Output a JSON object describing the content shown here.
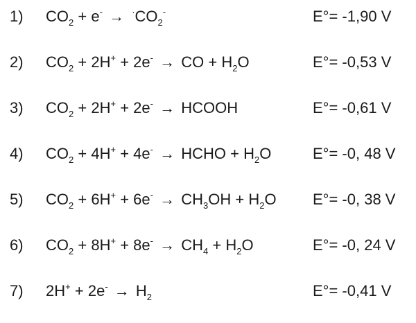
{
  "reactions": [
    {
      "number": "1)",
      "equation": {
        "lhs_a": "CO",
        "lhs_a_sub": "2",
        "plus1": "+",
        "electron": "e",
        "electron_sup": "-",
        "arrow": "→",
        "rad_dot": "·",
        "rhs_a": "CO",
        "rhs_a_sub": "2",
        "rhs_a_sup": "-"
      },
      "potential": "E°= -1,90 V"
    },
    {
      "number": "2)",
      "equation": {
        "lhs_a": "CO",
        "lhs_a_sub": "2",
        "plus1": "+",
        "proton_coef": "2H",
        "proton_sup": "+",
        "plus2": "+",
        "electron": "2e",
        "electron_sup": "-",
        "arrow": "→",
        "rhs_a": "CO",
        "plus3": "+",
        "rhs_b": "H",
        "rhs_b_sub": "2",
        "rhs_b_tail": "O"
      },
      "potential": "E°= -0,53 V"
    },
    {
      "number": "3)",
      "equation": {
        "lhs_a": "CO",
        "lhs_a_sub": "2",
        "plus1": "+",
        "proton_coef": "2H",
        "proton_sup": "+",
        "plus2": "+",
        "electron": "2e",
        "electron_sup": "-",
        "arrow": "→",
        "rhs_a": "HCOOH"
      },
      "potential": "E°= -0,61 V"
    },
    {
      "number": "4)",
      "equation": {
        "lhs_a": "CO",
        "lhs_a_sub": "2",
        "plus1": "+",
        "proton_coef": "4H",
        "proton_sup": "+",
        "plus2": "+",
        "electron": "4e",
        "electron_sup": "-",
        "arrow": "→",
        "rhs_a": "HCHO",
        "plus3": "+",
        "rhs_b": "H",
        "rhs_b_sub": "2",
        "rhs_b_tail": "O"
      },
      "potential": "E°= -0, 48 V"
    },
    {
      "number": "5)",
      "equation": {
        "lhs_a": "CO",
        "lhs_a_sub": "2",
        "plus1": "+",
        "proton_coef": "6H",
        "proton_sup": "+",
        "plus2": "+",
        "electron": "6e",
        "electron_sup": "-",
        "arrow": "→",
        "rhs_a": "CH",
        "rhs_a_sub": "3",
        "rhs_a_tail": "OH",
        "plus3": "+",
        "rhs_b": "H",
        "rhs_b_sub": "2",
        "rhs_b_tail": "O"
      },
      "potential": "E°= -0, 38 V"
    },
    {
      "number": "6)",
      "equation": {
        "lhs_a": "CO",
        "lhs_a_sub": "2",
        "plus1": "+",
        "proton_coef": "8H",
        "proton_sup": "+",
        "plus2": "+",
        "electron": "8e",
        "electron_sup": "-",
        "arrow": "→",
        "rhs_a": "CH",
        "rhs_a_sub": "4",
        "plus3": "+",
        "rhs_b": "H",
        "rhs_b_sub": "2",
        "rhs_b_tail": "O"
      },
      "potential": "E°= -0, 24 V"
    },
    {
      "number": "7)",
      "equation": {
        "proton_coef": "2H",
        "proton_sup": "+",
        "plus2": "+",
        "electron": "2e",
        "electron_sup": "-",
        "arrow": "→",
        "rhs_a": "H",
        "rhs_a_sub": "2"
      },
      "potential": "E°= -0,41 V"
    }
  ]
}
